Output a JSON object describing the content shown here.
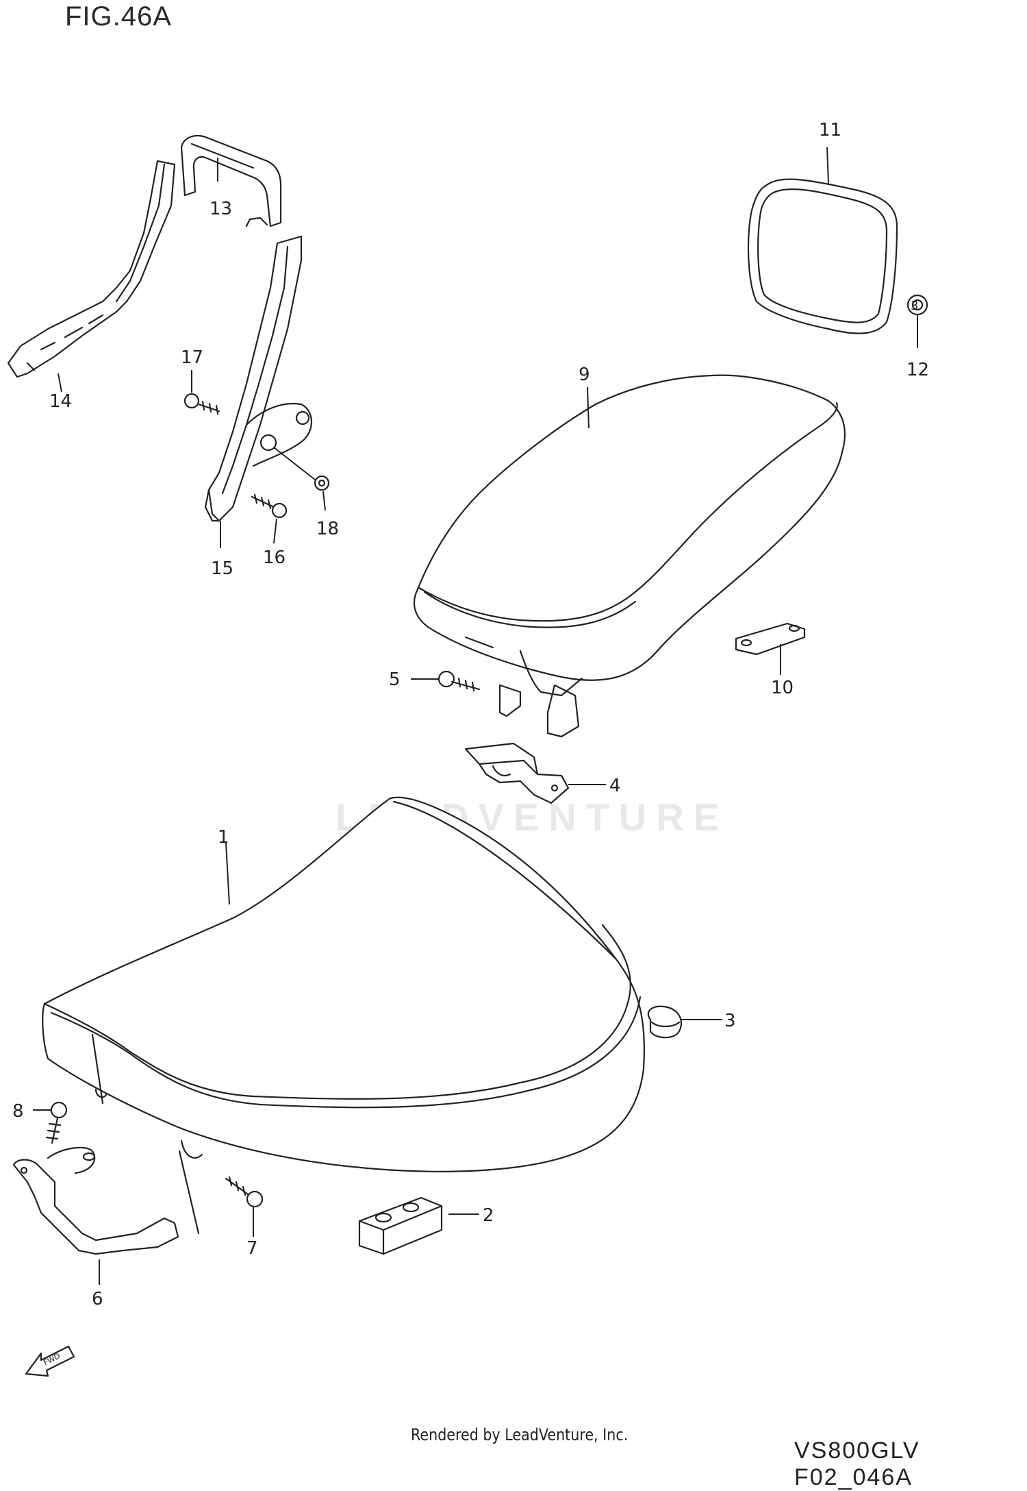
{
  "figure": {
    "title": "FIG.46A",
    "footer_rendered_by": "Rendered by LeadVenture, Inc.",
    "footer_code": "VS800GLV F02_046A",
    "watermark": "LEADVENTURE"
  },
  "callouts": [
    {
      "id": "c1",
      "label": "1"
    },
    {
      "id": "c2",
      "label": "2"
    },
    {
      "id": "c3a",
      "label": "3"
    },
    {
      "id": "c3b",
      "label": "3"
    },
    {
      "id": "c4",
      "label": "4"
    },
    {
      "id": "c5",
      "label": "5"
    },
    {
      "id": "c6",
      "label": "6"
    },
    {
      "id": "c7",
      "label": "7"
    },
    {
      "id": "c8",
      "label": "8"
    },
    {
      "id": "c9",
      "label": "9"
    },
    {
      "id": "c10",
      "label": "10"
    },
    {
      "id": "c11",
      "label": "11"
    },
    {
      "id": "c12",
      "label": "12"
    },
    {
      "id": "c13",
      "label": "13"
    },
    {
      "id": "c14",
      "label": "14"
    },
    {
      "id": "c15",
      "label": "15"
    },
    {
      "id": "c16",
      "label": "16"
    },
    {
      "id": "c17",
      "label": "17"
    },
    {
      "id": "c18",
      "label": "18"
    }
  ],
  "icons": {
    "fwd_arrow": "fwd-arrow-icon",
    "fwd_label": "FWD"
  }
}
